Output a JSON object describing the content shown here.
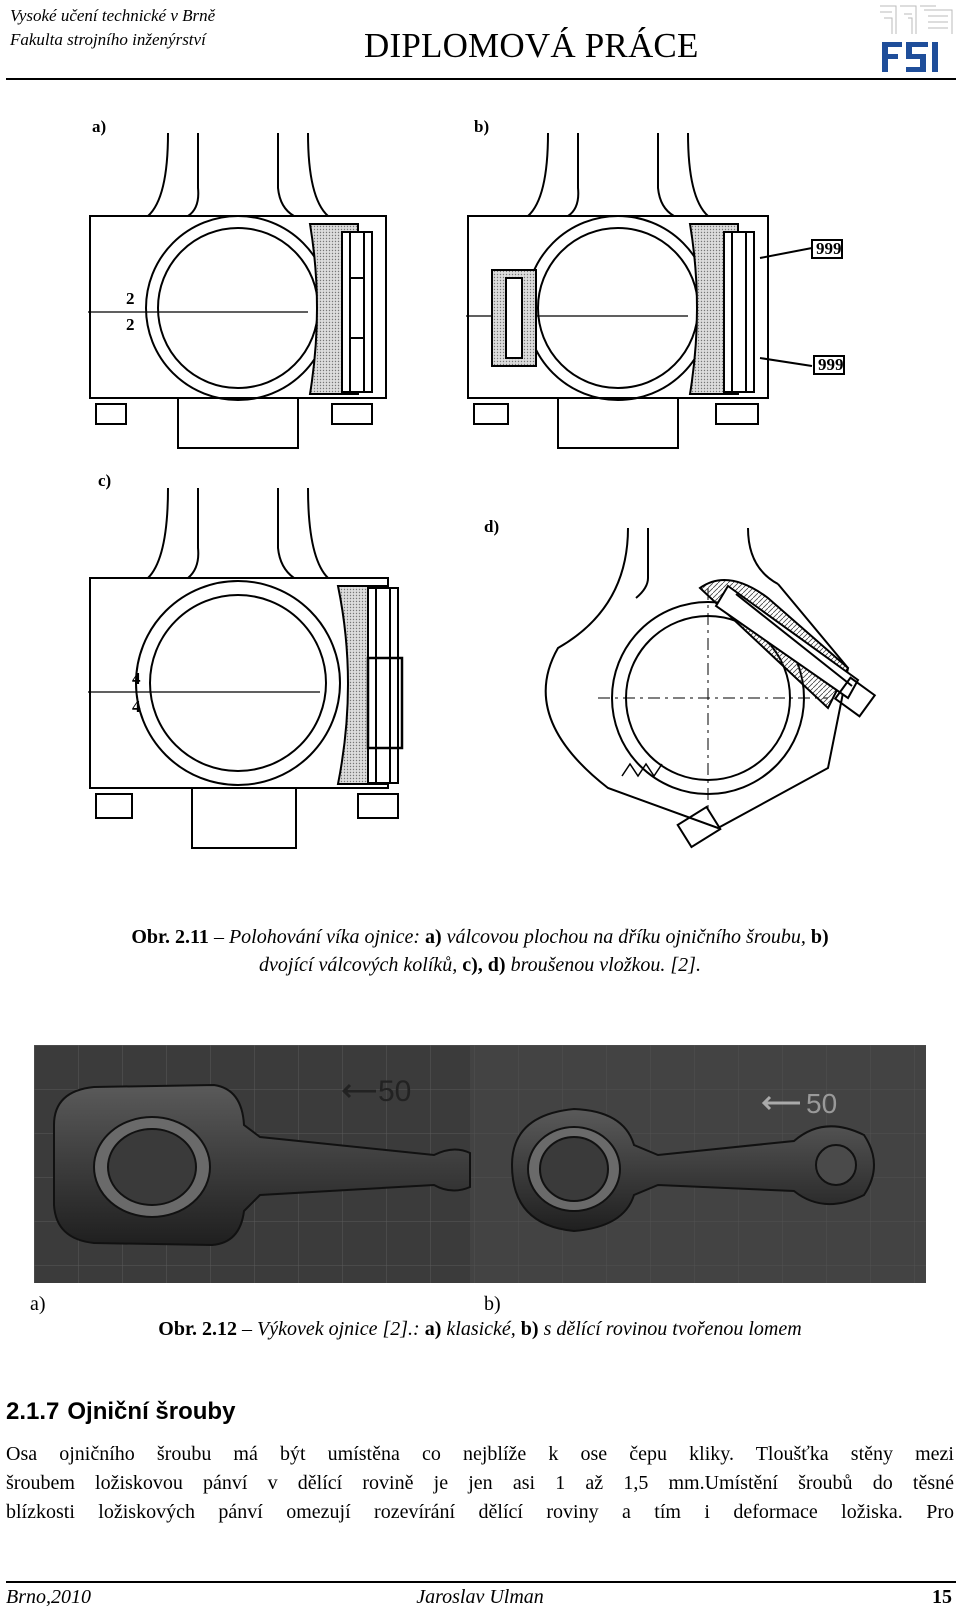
{
  "header": {
    "university": "Vysoké učení technické v Brně",
    "faculty": "Fakulta strojního inženýrství",
    "title": "DIPLOMOVÁ PRÁCE"
  },
  "figure_2_11": {
    "labels": {
      "a": "a)",
      "b": "b)",
      "c": "c)",
      "d": "d)"
    },
    "part_marks": {
      "mark_2": "2",
      "mark_4": "4",
      "tag_999": "999"
    },
    "caption_prefix": "Obr. 2.11",
    "caption_line1_text": " – Polohování víka ojnice: ",
    "caption_a": "a)",
    "caption_line1_rest": " válcovou plochou na dříku ojničního šroubu, ",
    "caption_b": "b)",
    "caption_line2_text": "dvojící válcových kolíků, ",
    "caption_cd": "c), d)",
    "caption_line2_rest": " broušenou vložkou. [2]."
  },
  "figure_2_12": {
    "scale_label": "50",
    "label_a": "a)",
    "label_b": "b)",
    "caption_prefix": "Obr. 2.12",
    "caption_text": " – Výkovek ojnice [2].: ",
    "caption_a": "a)",
    "caption_a_rest": " klasické, ",
    "caption_b": "b)",
    "caption_b_rest": " s dělící rovinou tvořenou lomem"
  },
  "section": {
    "number": "2.1.7",
    "title": "Ojniční šrouby",
    "paragraph_lines": [
      "Osa ojničního šroubu má být umístěna co nejblíže k ose čepu kliky. Tloušťka stěny mezi",
      "šroubem ložiskovou pánví v dělící rovině je jen asi 1 až 1,5 mm.Umístění šroubů do těsné",
      "blízkosti ložiskových pánví omezují rozevírání dělící roviny a tím i deformace ložiska. Pro"
    ]
  },
  "footer": {
    "left": "Brno,2010",
    "author": "Jaroslav Ulman",
    "page": "15"
  }
}
